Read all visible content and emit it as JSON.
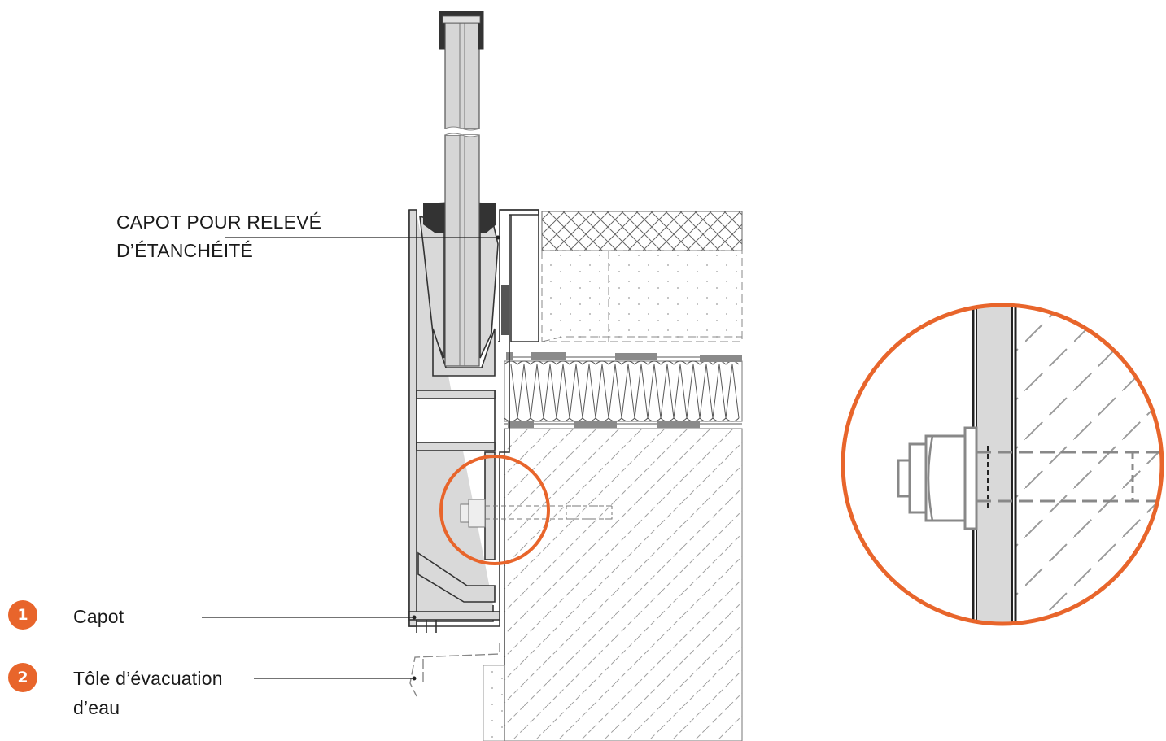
{
  "colors": {
    "accent": "#e8652b",
    "line": "#222222",
    "profile_fill": "#d9d9d9",
    "gasket": "#333333",
    "hatch": "#9a9a9a"
  },
  "callout_top": {
    "line1": "CAPOT POUR RELEVÉ",
    "line2": "D’ÉTANCHÉITÉ"
  },
  "legend": [
    {
      "number": "1",
      "text": "Capot"
    },
    {
      "number": "2",
      "text": "Tôle d’évacuation\nd’eau"
    }
  ]
}
